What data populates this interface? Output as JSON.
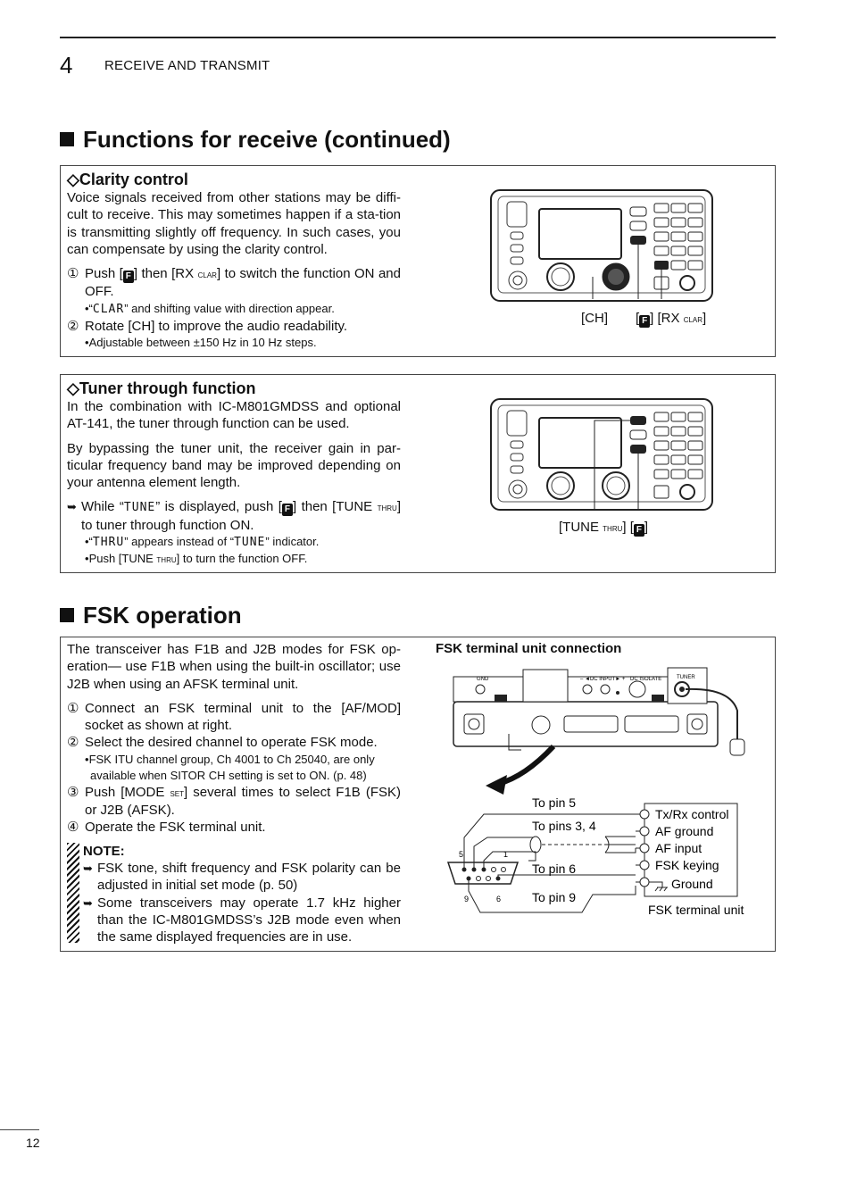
{
  "header": {
    "chapter_number": "4",
    "chapter_title": "RECEIVE AND TRANSMIT"
  },
  "section1": {
    "title": "Functions for receive (continued)",
    "clarity": {
      "heading": "Clarity control",
      "intro": "Voice signals received from other stations may be diffi-cult to receive. This may sometimes happen if a sta-tion is transmitting slightly off frequency. In such cases, you can compensate by using the clarity control.",
      "step1_num": "①",
      "step1_a": "Push [",
      "step1_key": "F",
      "step1_b": "] then [RX ",
      "step1_sc": "clar",
      "step1_c": "] to switch the function ON and OFF.",
      "step1_bullet_lcd": "CLAR",
      "step1_bullet_text": " and shifting value with direction appear.",
      "step2_num": "②",
      "step2": "Rotate [CH] to improve the audio readability.",
      "step2_bullet": "Adjustable between ±150 Hz in 10 Hz steps.",
      "fig_label_ch": "[CH]",
      "fig_label_f": "F",
      "fig_label_rx": "[RX ",
      "fig_label_rx_sc": "clar",
      "fig_label_rx_end": "]"
    },
    "tuner": {
      "heading": "Tuner through function",
      "p1": "In the combination with IC-M801GMDSS and optional AT-141, the tuner through function can be used.",
      "p2": "By bypassing the tuner unit, the receiver gain in par-ticular frequency band may be improved depending on your antenna element length.",
      "step_a": "While “",
      "step_lcd": "TUNE",
      "step_b": "” is displayed, push [",
      "step_key": "F",
      "step_c": "] then [TUNE ",
      "step_sc": "thru",
      "step_d": "] to tuner through function ON.",
      "bullet1_lcd": "THRU",
      "bullet1_mid": " appears instead of “",
      "bullet1_lcd2": "TUNE",
      "bullet1_end": "” indicator.",
      "bullet2_a": "Push [TUNE ",
      "bullet2_sc": "thru",
      "bullet2_b": "] to turn the function OFF.",
      "fig_label_tune": "[TUNE ",
      "fig_label_tune_sc": "thru",
      "fig_label_tune_end": "]",
      "fig_label_f": "F"
    }
  },
  "section2": {
    "title": "FSK operation",
    "intro": "The transceiver has F1B and J2B modes for FSK op-eration— use F1B when using the built-in oscillator; use J2B when using an AFSK terminal unit.",
    "steps": [
      {
        "num": "①",
        "text": "Connect an FSK terminal unit to the [AF/MOD] socket as shown at right."
      },
      {
        "num": "②",
        "text": "Select the desired channel to operate FSK mode."
      },
      {
        "num": "③",
        "text": "Push [MODE ",
        "sc": "set",
        "text2": "] several times to select F1B (FSK) or J2B (AFSK)."
      },
      {
        "num": "④",
        "text": "Operate the FSK terminal unit."
      }
    ],
    "step2_bullet": "FSK ITU channel group, Ch 4001 to Ch 25040, are only available when SITOR CH setting is set to ON. (p. 48)",
    "note_title": "NOTE:",
    "notes": [
      "FSK tone, shift frequency and FSK polarity can be adjusted in initial set mode (p. 50)",
      "Some transceivers may operate 1.7 kHz higher than the IC-M801GMDSS’s J2B mode even when the same displayed frequencies are in use."
    ],
    "figure": {
      "title": "FSK terminal unit connection",
      "panel_labels": {
        "gnd": "GND",
        "dc_input": "– ◄DC INPUT► +",
        "dc_isolate": "DC ISOLATE",
        "tuner": "TUNER"
      },
      "wires": [
        "To pin 5",
        "To pins 3, 4",
        "To pin 6",
        "To pin 9"
      ],
      "pins": {
        "p5": "5",
        "p1": "1",
        "p9": "9",
        "p6": "6"
      },
      "terminals": [
        "Tx/Rx control",
        "AF ground",
        "AF input",
        "FSK keying",
        "Ground"
      ],
      "unit_label": "FSK terminal unit"
    }
  },
  "footer": {
    "page_number": "12"
  }
}
